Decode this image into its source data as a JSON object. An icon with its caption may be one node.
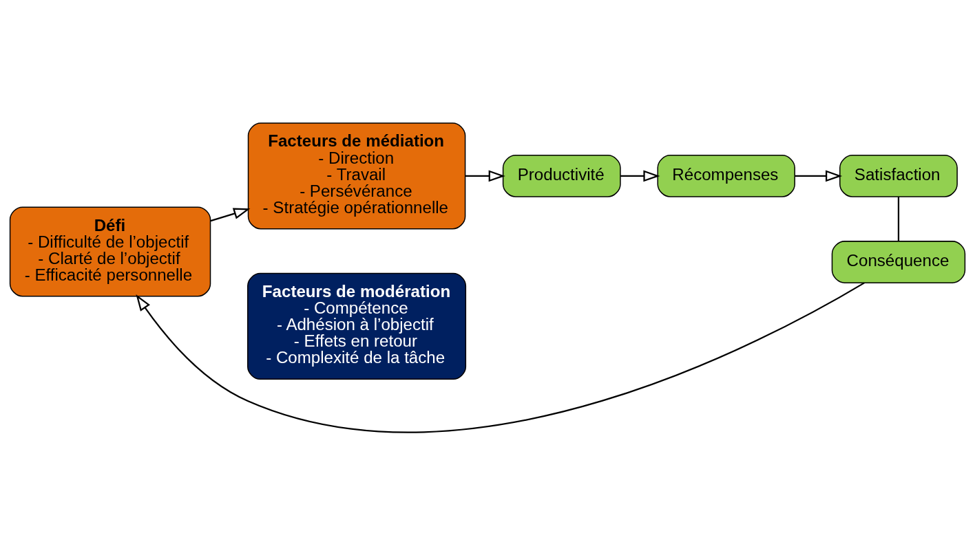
{
  "diagram": {
    "nodes": [
      {
        "text": [
          "Défi",
          "- Difficulté de l’objectif",
          "- Clarté de l’objectif",
          "- Efficacité personnelle"
        ]
      },
      {
        "text": [
          "Facteurs de médiation",
          "- Direction",
          "- Travail",
          "- Persévérance",
          "- Stratégie opérationnelle"
        ]
      },
      {
        "text": [
          "Productivité"
        ]
      },
      {
        "text": [
          "Récompenses"
        ]
      },
      {
        "text": [
          "Satisfaction"
        ]
      },
      {
        "text": [
          "Conséquence"
        ]
      },
      {
        "text": [
          "Facteurs de modération",
          "- Compétence",
          "- Adhésion à l’objectif",
          "- Effets en retour",
          "- Complexité de la tâche"
        ]
      }
    ],
    "edges": [
      {
        "from": 0,
        "to": 1,
        "arrow": "to"
      },
      {
        "from": 1,
        "to": 2,
        "arrow": "to"
      },
      {
        "from": 2,
        "to": 3,
        "arrow": "to"
      },
      {
        "from": 3,
        "to": 4,
        "arrow": "to"
      },
      {
        "from": 4,
        "to": 5,
        "arrow": "none"
      },
      {
        "from": 5,
        "to": 0,
        "arrow": "to"
      }
    ]
  }
}
